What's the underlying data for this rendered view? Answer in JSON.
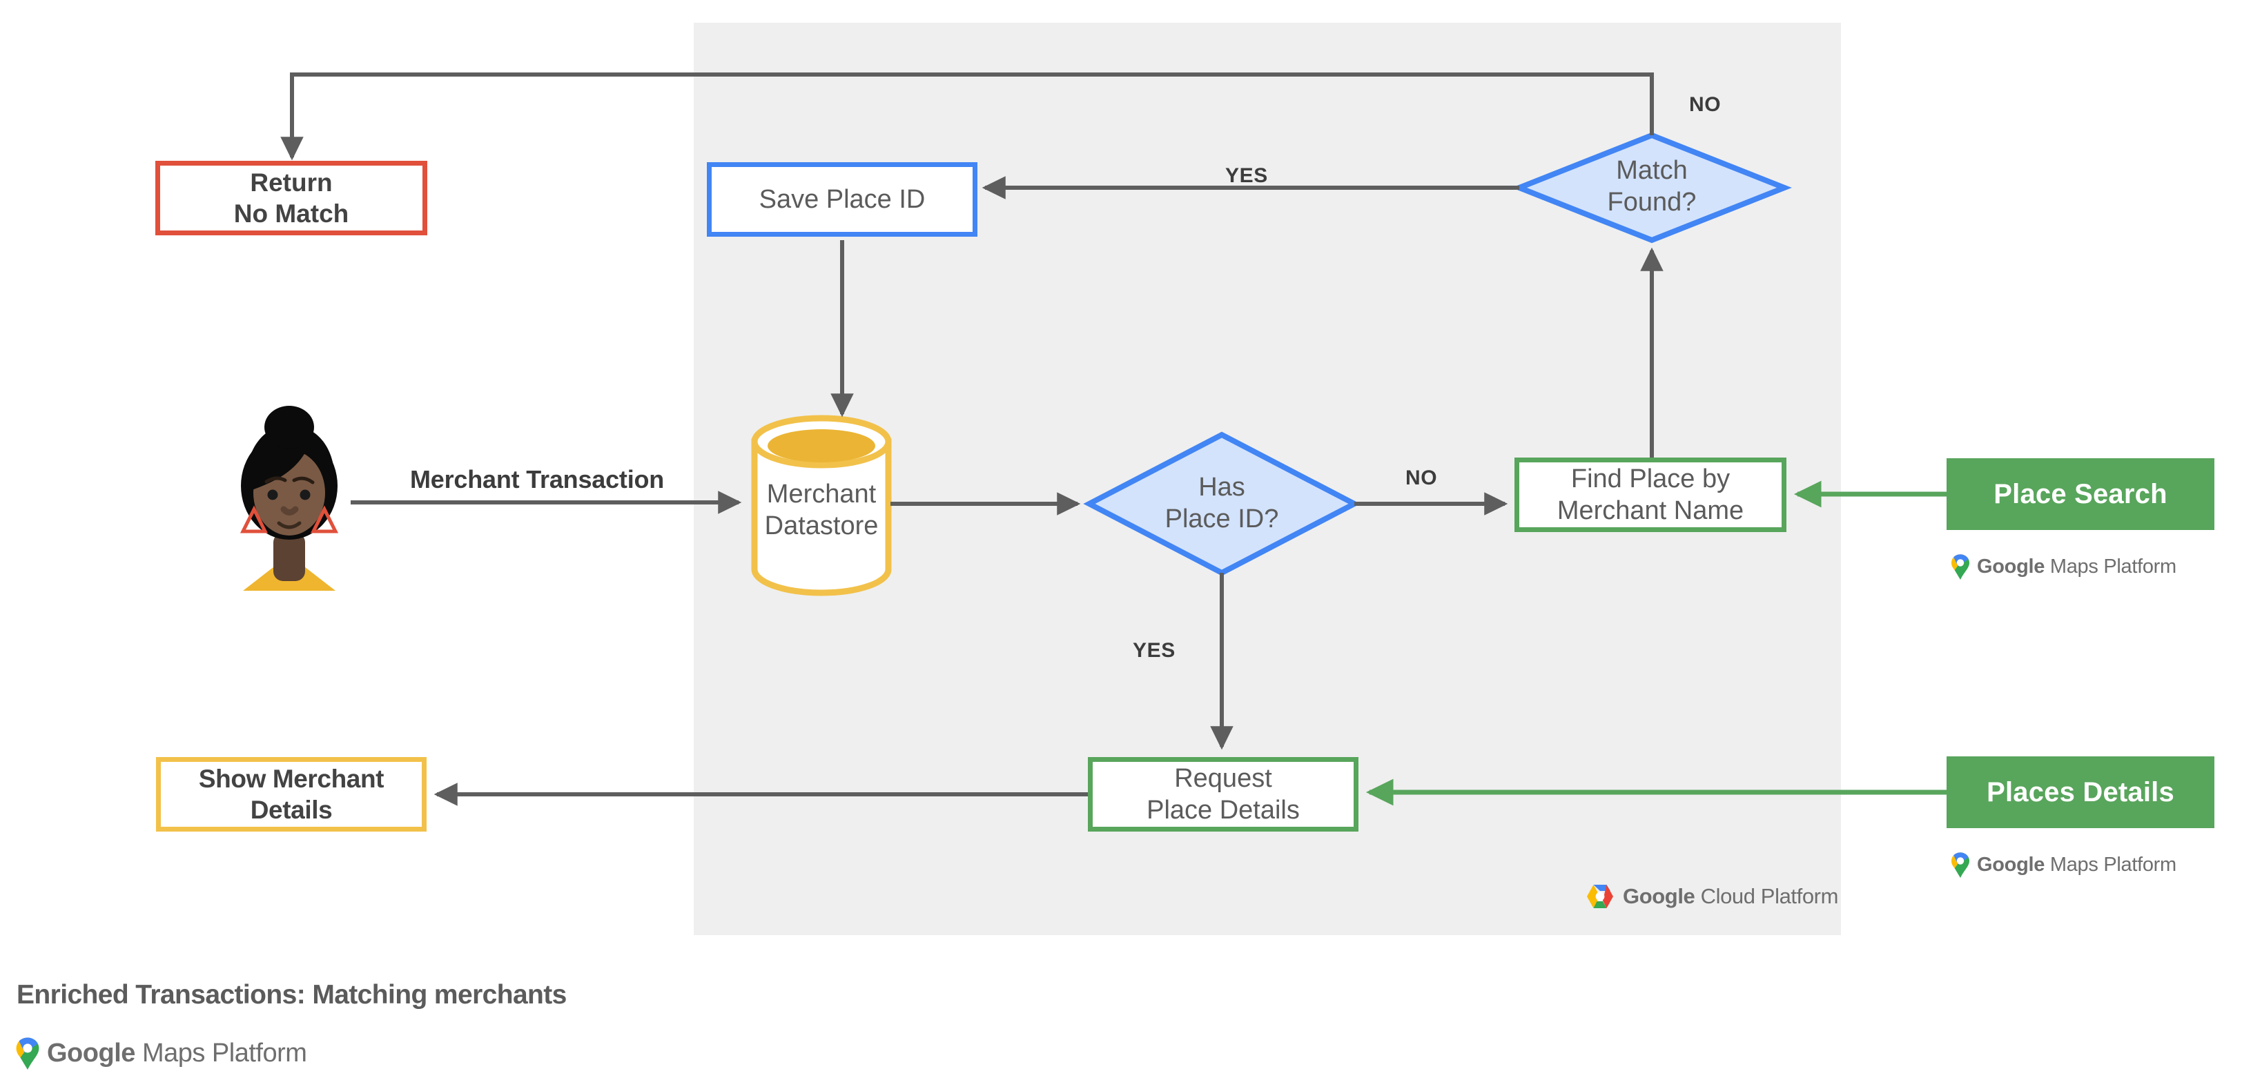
{
  "diagram": {
    "footer_title": "Enriched Transactions: Matching merchants",
    "panel_name": "Google Cloud Platform region",
    "colors": {
      "red": "#E0503B",
      "blue": "#4285F4",
      "blue_fill": "#D3E3FC",
      "green": "#58A55C",
      "yellow": "#F2C14A",
      "panel_gray": "#EFEFEF",
      "line_gray": "#5E5E5E",
      "text_gray": "#5B5B5B"
    },
    "nodes": {
      "return_no_match": "Return\nNo Match",
      "save_place_id": "Save Place ID",
      "match_found": "Match\nFound?",
      "merchant_datastore": "Merchant\nDatastore",
      "has_place_id": "Has\nPlace ID?",
      "find_place_by_merchant_name": "Find Place by\nMerchant Name",
      "request_place_details": "Request\nPlace Details",
      "show_merchant_details": "Show Merchant\nDetails",
      "place_search": "Place Search",
      "places_details": "Places Details"
    },
    "edge_labels": {
      "no_top": "NO",
      "yes_match_found": "YES",
      "no_has_place_id": "NO",
      "yes_has_place_id": "YES",
      "merchant_transaction": "Merchant Transaction"
    },
    "logos": {
      "google": "Google",
      "maps_platform": "Maps Platform",
      "cloud_platform": "Cloud Platform"
    }
  }
}
